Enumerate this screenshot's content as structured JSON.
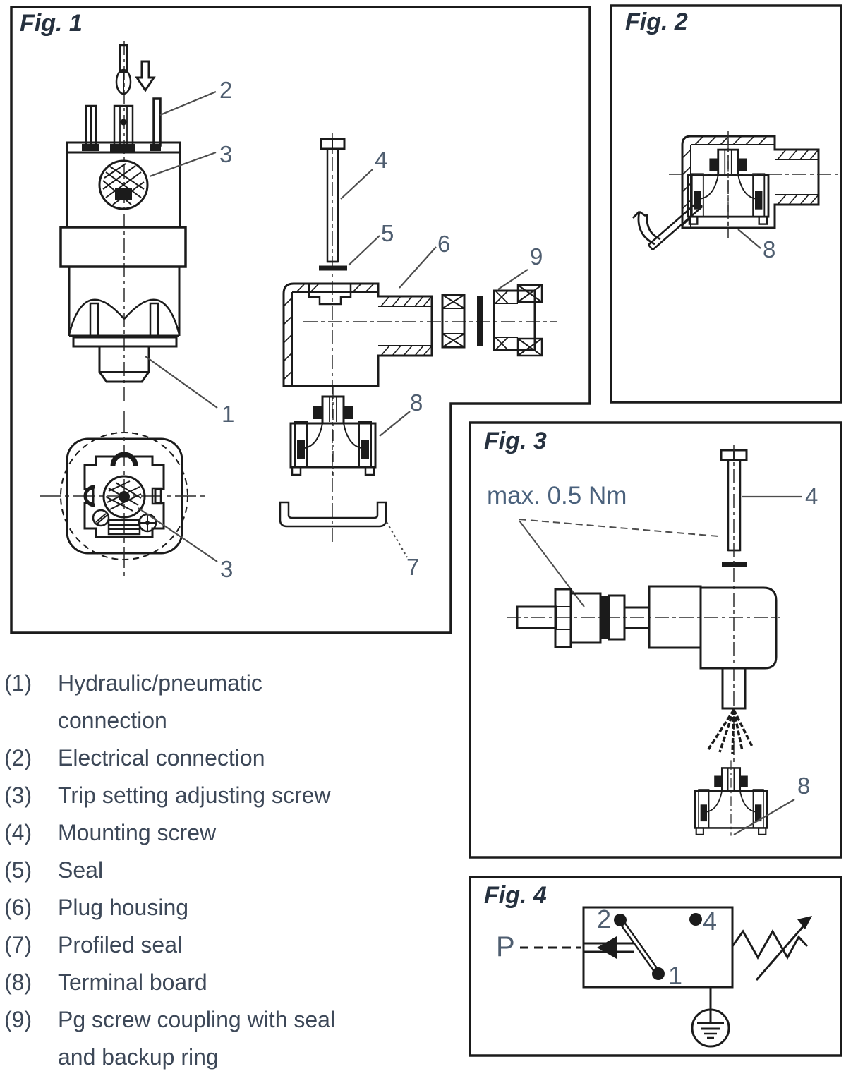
{
  "figures": {
    "fig1": {
      "title": "Fig. 1",
      "callouts": [
        {
          "part": "electrical-connection",
          "text": "2"
        },
        {
          "part": "trip-setting-screw-side",
          "text": "3"
        },
        {
          "part": "hydraulic-connection",
          "text": "1"
        },
        {
          "part": "trip-setting-screw-bottom",
          "text": "3"
        },
        {
          "part": "mounting-screw",
          "text": "4"
        },
        {
          "part": "seal",
          "text": "5"
        },
        {
          "part": "plug-housing",
          "text": "6"
        },
        {
          "part": "pg-coupling",
          "text": "9"
        },
        {
          "part": "terminal-board",
          "text": "8"
        },
        {
          "part": "profiled-seal",
          "text": "7"
        }
      ]
    },
    "fig2": {
      "title": "Fig. 2",
      "callouts": [
        {
          "part": "terminal-board",
          "text": "8"
        }
      ]
    },
    "fig3": {
      "title": "Fig. 3",
      "torque_note": "max. 0.5 Nm",
      "callouts": [
        {
          "part": "mounting-screw",
          "text": "4"
        },
        {
          "part": "terminal-board",
          "text": "8"
        }
      ]
    },
    "fig4": {
      "title": "Fig. 4",
      "port_label": "P",
      "terminals": [
        {
          "id": "terminal-2",
          "text": "2"
        },
        {
          "id": "terminal-4",
          "text": "4"
        },
        {
          "id": "terminal-1",
          "text": "1"
        }
      ]
    }
  },
  "legend": {
    "items": [
      {
        "num": "(1)",
        "lines": [
          "Hydraulic/pneumatic",
          "connection"
        ]
      },
      {
        "num": "(2)",
        "lines": [
          "Electrical connection"
        ]
      },
      {
        "num": "(3)",
        "lines": [
          "Trip setting adjusting screw"
        ]
      },
      {
        "num": "(4)",
        "lines": [
          "Mounting screw"
        ]
      },
      {
        "num": "(5)",
        "lines": [
          "Seal"
        ]
      },
      {
        "num": "(6)",
        "lines": [
          "Plug housing"
        ]
      },
      {
        "num": "(7)",
        "lines": [
          "Profiled seal"
        ]
      },
      {
        "num": "(8)",
        "lines": [
          "Terminal board"
        ]
      },
      {
        "num": "(9)",
        "lines": [
          "Pg screw coupling with seal",
          "and backup ring"
        ]
      }
    ]
  },
  "colors": {
    "background": "#ffffff",
    "line": "#1b1b1b",
    "leader": "#4d4d4d",
    "callout_text": "#4f5e70",
    "title_text": "#26313f",
    "legend_text": "#3d4858",
    "note_text": "#4a617c"
  }
}
